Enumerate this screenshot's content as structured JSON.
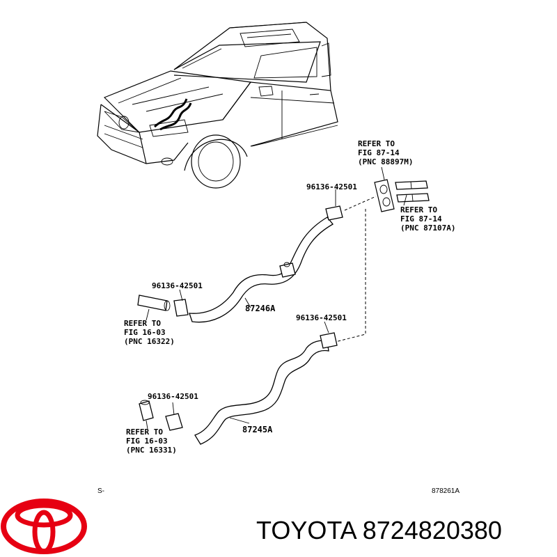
{
  "callouts": {
    "refer_top": [
      "REFER TO",
      "FIG 87-14",
      "(PNC 88897M)"
    ],
    "refer_right": [
      "REFER TO",
      "FIG 87-14",
      "(PNC 87107A)"
    ],
    "refer_mid": [
      "REFER TO",
      "FIG 16-03",
      "(PNC 16322)"
    ],
    "refer_low": [
      "REFER TO",
      "FIG 16-03",
      "(PNC 16331)"
    ],
    "clamp_1": "96136-42501",
    "clamp_2": "96136-42501",
    "clamp_3": "96136-42501",
    "clamp_4": "96136-42501",
    "hose_upper": "87246A",
    "hose_lower": "87245A"
  },
  "footer": {
    "left_code": "S-",
    "right_code": "878261A"
  },
  "brand": {
    "text": "TOYOTA 8724820380",
    "logo_color": "#e60012"
  }
}
